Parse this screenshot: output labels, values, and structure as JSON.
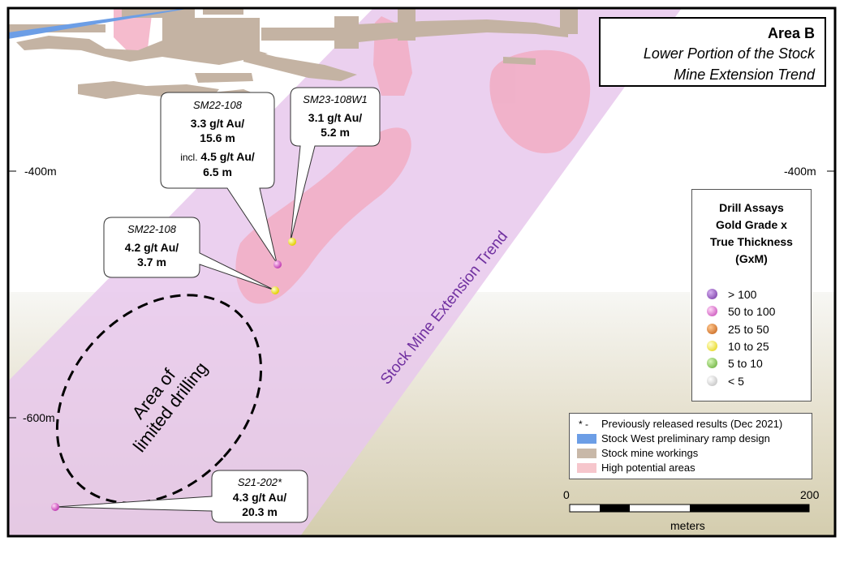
{
  "title": {
    "area": "Area B",
    "line1": "Lower Portion of the Stock",
    "line2": "Mine Extension Trend"
  },
  "depth_labels": {
    "left_400": "-400m",
    "right_400": "-400m",
    "left_600": "-600m"
  },
  "map_labels": {
    "trend": "Stock Mine Extension Trend",
    "limited_line1": "Area of",
    "limited_line2": "limited drilling"
  },
  "callouts": [
    {
      "hole": "SM22-108",
      "grade1": "3.3 g/t Au/",
      "grade2": "15.6 m",
      "incl_prefix": "incl.",
      "incl1": "4.5 g/t Au/",
      "incl2": "6.5 m"
    },
    {
      "hole": "SM23-108W1",
      "grade1": "3.1 g/t Au/",
      "grade2": "5.2 m"
    },
    {
      "hole": "SM22-108",
      "grade1": "4.2 g/t Au/",
      "grade2": "3.7 m"
    },
    {
      "hole": "S21-202*",
      "grade1": "4.3 g/t Au/",
      "grade2": "20.3 m"
    }
  ],
  "assay_legend": {
    "title": [
      "Drill Assays",
      "Gold Grade x",
      "True Thickness",
      "(GxM)"
    ],
    "items": [
      {
        "label": "> 100",
        "color": "#7030a0"
      },
      {
        "label": "50 to 100",
        "color": "#e05ad0"
      },
      {
        "label": "25 to 50",
        "color": "#d0661a"
      },
      {
        "label": "10 to 25",
        "color": "#f2f200"
      },
      {
        "label": "5 to 10",
        "color": "#7cc544"
      },
      {
        "label": "< 5",
        "color": "#f0f0f0"
      }
    ]
  },
  "key_legend": {
    "items": [
      {
        "label": "Previously released results (Dec 2021)",
        "symbol": "* -"
      },
      {
        "label": "Stock West preliminary ramp design",
        "color": "#6c9ee6"
      },
      {
        "label": "Stock mine workings",
        "color": "#c8b8a8"
      },
      {
        "label": "High potential areas",
        "color": "#f6c6cc"
      }
    ]
  },
  "scale_bar": {
    "start": "0",
    "end": "200",
    "unit": "meters"
  },
  "colors": {
    "trend_band": "#e8c8ec",
    "high_potential": "#f2aac0",
    "workings": "#c4b3a3",
    "ramp": "#6c9ee6",
    "trend_label": "#7030a0"
  },
  "samples": [
    {
      "grade": "50 to 100"
    },
    {
      "grade": "10 to 25"
    },
    {
      "grade": "10 to 25"
    },
    {
      "grade": "50 to 100"
    }
  ]
}
